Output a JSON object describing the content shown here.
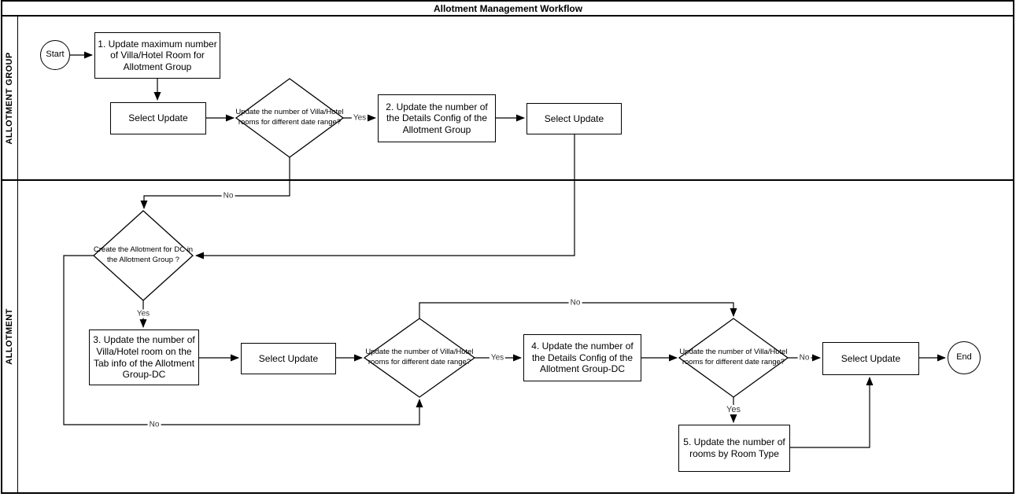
{
  "title": "Allotment Management Workflow",
  "lanes": {
    "group": "ALLOTMENT GROUP",
    "allotment": "ALLOTMENT"
  },
  "terminators": {
    "start": "Start",
    "end": "End"
  },
  "steps": {
    "step1": "1. Update maximum number of Villa/Hotel Room for Allotment Group",
    "step2": "2. Update the number of the Details Config of the Allotment Group",
    "step3": "3. Update the number of Villa/Hotel room on the Tab info of the Allotment Group-DC",
    "step4": "4. Update the number of the Details Config of the Allotment Group-DC",
    "step5": "5. Update the number of rooms by Room Type",
    "select_update": "Select Update"
  },
  "decisions": {
    "date_range": "Update the number of Villa/Hotel rooms for different date range?",
    "create_dc": "Create the Allotment for DC in the Allotment Group ?"
  },
  "edge_labels": {
    "yes": "Yes",
    "no": "No"
  },
  "colors": {
    "stroke": "#000000",
    "background": "#ffffff",
    "text": "#000000"
  }
}
